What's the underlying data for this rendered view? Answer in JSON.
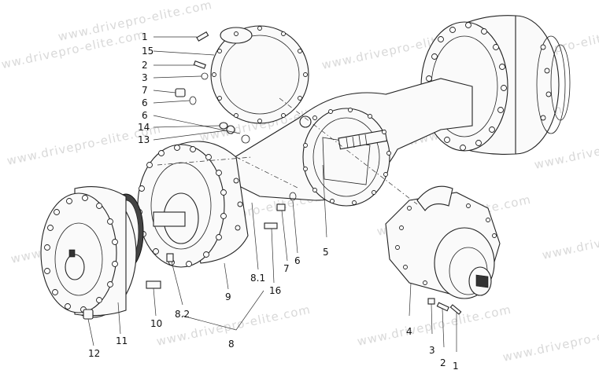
{
  "watermark": "www.drivepro-elite.com",
  "callouts": {
    "c1_top": "1",
    "c15": "15",
    "c2_top": "2",
    "c3_top": "3",
    "c7_left": "7",
    "c6_left_a": "6",
    "c6_left_b": "6",
    "c14": "14",
    "c13": "13",
    "c12": "12",
    "c11": "11",
    "c10": "10",
    "c8_2": "8.2",
    "c9": "9",
    "c8_1": "8.1",
    "c8": "8",
    "c16": "16",
    "c7_mid": "7",
    "c6_mid": "6",
    "c5_mid": "5",
    "c4": "4",
    "c3_bot": "3",
    "c2_bot": "2",
    "c1_bot": "1"
  }
}
